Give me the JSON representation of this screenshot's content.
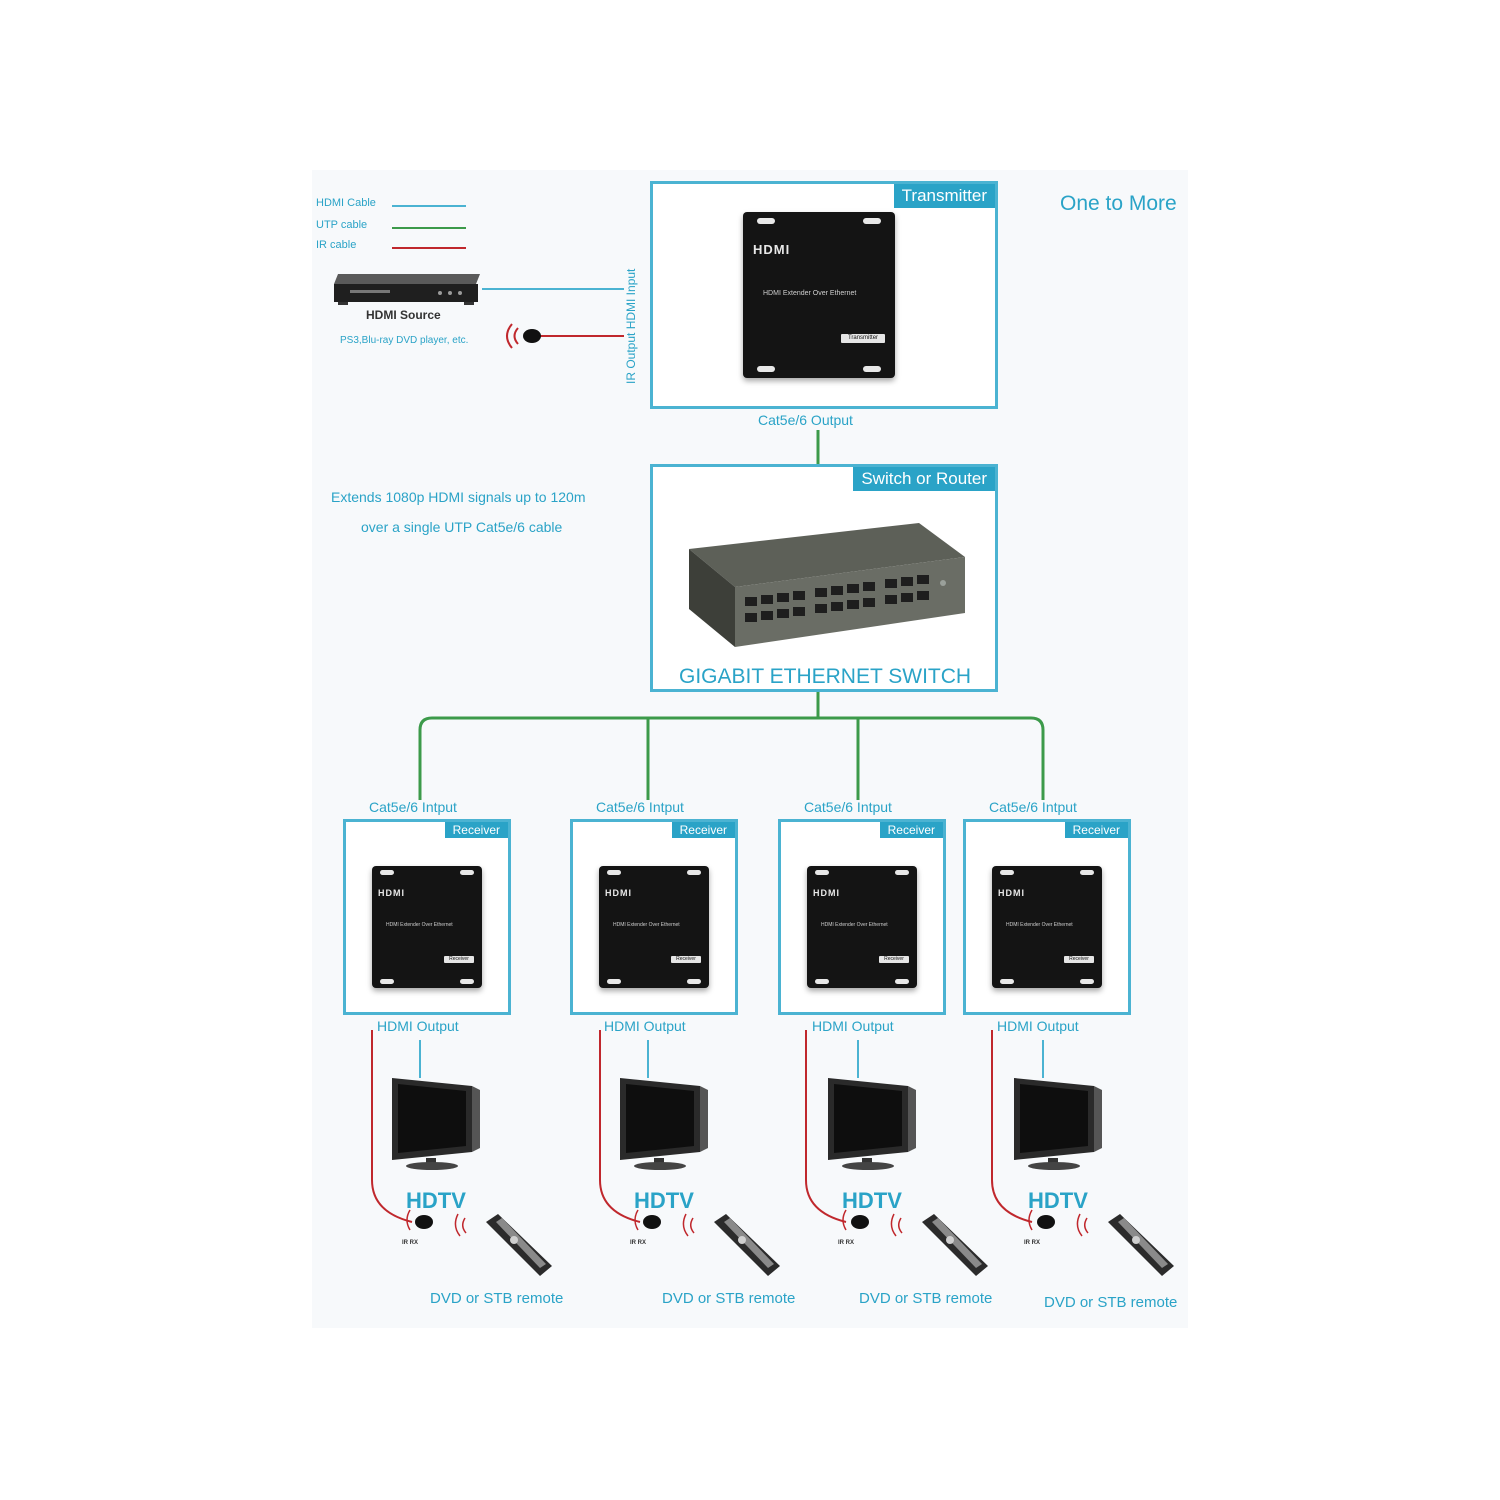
{
  "legend": {
    "items": [
      {
        "label": "HDMI Cable",
        "color": "#4bb3d2"
      },
      {
        "label": "UTP cable",
        "color": "#3c9a4a"
      },
      {
        "label": "IR cable",
        "color": "#c0282d"
      }
    ]
  },
  "title": "One to More",
  "source": {
    "name": "HDMI Source",
    "sub": "PS3,Blu-ray DVD player, etc."
  },
  "transmitter": {
    "tag": "Transmitter",
    "side_label": "IR Output HDMI Input",
    "device_logo": "HDMI",
    "device_text": "HDMI Extender Over Ethernet",
    "device_plate": "Transmitter",
    "output_label": "Cat5e/6 Output"
  },
  "description": {
    "line1": "Extends 1080p HDMI signals up to 120m",
    "line2": "over a single UTP Cat5e/6 cable"
  },
  "switch": {
    "tag": "Switch or Router",
    "caption": "GIGABIT ETHERNET SWITCH"
  },
  "receivers": [
    {
      "input_label": "Cat5e/6 Intput",
      "tag": "Receiver",
      "device_logo": "HDMI",
      "device_text": "HDMI Extender Over Ethernet",
      "device_plate": "Receiver",
      "output_label": "HDMI  Output",
      "tv_label": "HDTV",
      "ir_label": "IR RX",
      "remote_label": "DVD or STB remote"
    },
    {
      "input_label": "Cat5e/6 Intput",
      "tag": "Receiver",
      "device_logo": "HDMI",
      "device_text": "HDMI Extender Over Ethernet",
      "device_plate": "Receiver",
      "output_label": "HDMI  Output",
      "tv_label": "HDTV",
      "ir_label": "IR RX",
      "remote_label": "DVD or STB remote"
    },
    {
      "input_label": "Cat5e/6 Intput",
      "tag": "Receiver",
      "device_logo": "HDMI",
      "device_text": "HDMI Extender Over Ethernet",
      "device_plate": "Receiver",
      "output_label": "HDMI  Output",
      "tv_label": "HDTV",
      "ir_label": "IR RX",
      "remote_label": "DVD or STB remote"
    },
    {
      "input_label": "Cat5e/6 Intput",
      "tag": "Receiver",
      "device_logo": "HDMI",
      "device_text": "HDMI Extender Over Ethernet",
      "device_plate": "Receiver",
      "output_label": "HDMI  Output",
      "tv_label": "HDTV",
      "ir_label": "IR RX",
      "remote_label": "DVD or STB remote"
    }
  ]
}
